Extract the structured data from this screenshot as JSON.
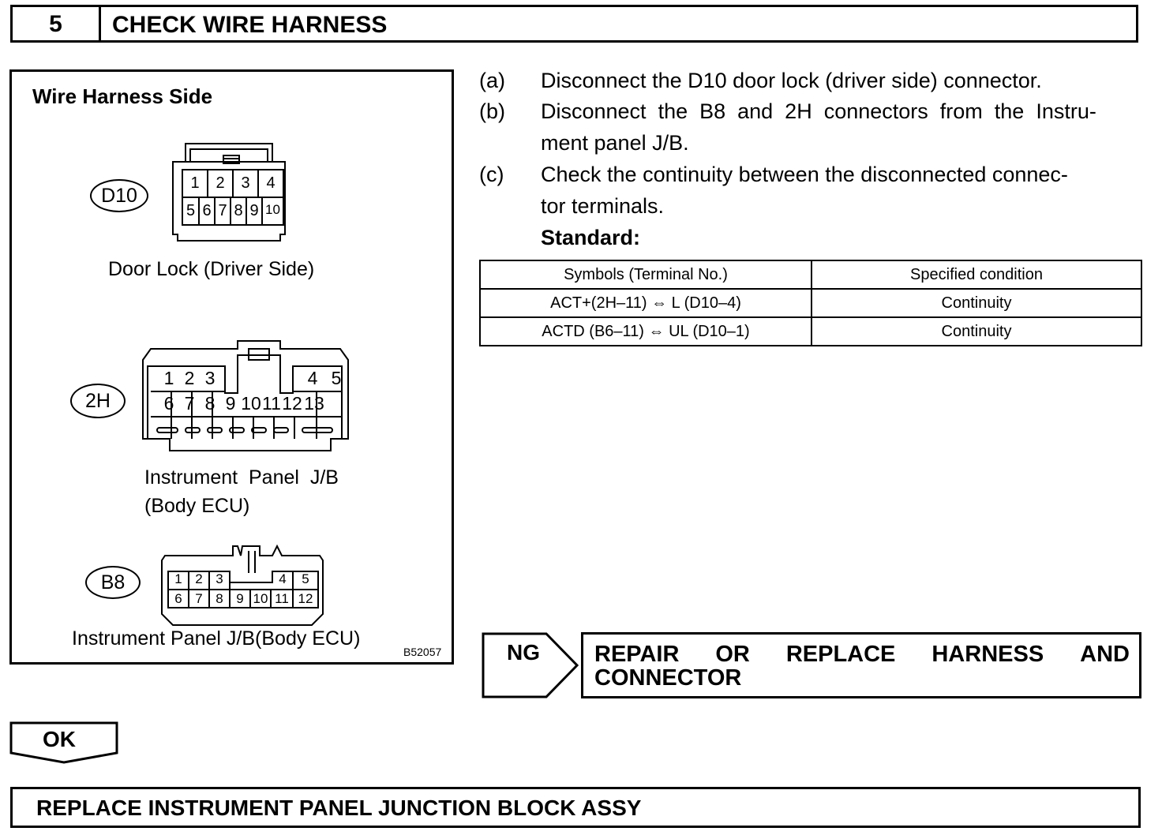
{
  "header": {
    "step_number": "5",
    "title": "CHECK WIRE HARNESS"
  },
  "figure": {
    "title": "Wire Harness Side",
    "figure_code": "B52057",
    "connectors": [
      {
        "code": "D10",
        "caption": "Door Lock (Driver Side)",
        "rows": [
          [
            "1",
            "2",
            "3",
            "4"
          ],
          [
            "5",
            "6",
            "7",
            "8",
            "9",
            "10"
          ]
        ]
      },
      {
        "code": "2H",
        "caption_line1": "Instrument  Panel  J/B",
        "caption_line2": "(Body ECU)",
        "rows": [
          [
            "1",
            "2",
            "3",
            "4",
            "5"
          ],
          [
            "6",
            "7",
            "8",
            "9",
            "10",
            "11",
            "12",
            "13"
          ]
        ]
      },
      {
        "code": "B8",
        "caption": "Instrument Panel J/B(Body ECU)",
        "rows": [
          [
            "1",
            "2",
            "3",
            "4",
            "5"
          ],
          [
            "6",
            "7",
            "8",
            "9",
            "10",
            "11",
            "12"
          ]
        ]
      }
    ]
  },
  "instructions": [
    {
      "letter": "(a)",
      "lines": [
        "Disconnect the D10 door lock (driver side) connector."
      ]
    },
    {
      "letter": "(b)",
      "lines": [
        "Disconnect  the  B8  and  2H  connectors  from  the  Instru-",
        "ment panel J/B."
      ]
    },
    {
      "letter": "(c)",
      "lines": [
        "Check the continuity between the disconnected connec-",
        "tor terminals."
      ]
    }
  ],
  "standard_label": "Standard:",
  "spec_table": {
    "headers": [
      "Symbols (Terminal No.)",
      "Specified condition"
    ],
    "rows": [
      [
        "ACT+(2H–11) ⇔ L (D10–4)",
        "Continuity"
      ],
      [
        "ACTD (B6–11) ⇔ UL (D10–1)",
        "Continuity"
      ]
    ]
  },
  "ng": {
    "label": "NG",
    "action_line1_words": [
      "REPAIR",
      "OR",
      "REPLACE",
      "HARNESS",
      "AND"
    ],
    "action_line2": "CONNECTOR"
  },
  "ok": {
    "label": "OK"
  },
  "final_action": "REPLACE INSTRUMENT PANEL JUNCTION BLOCK ASSY"
}
